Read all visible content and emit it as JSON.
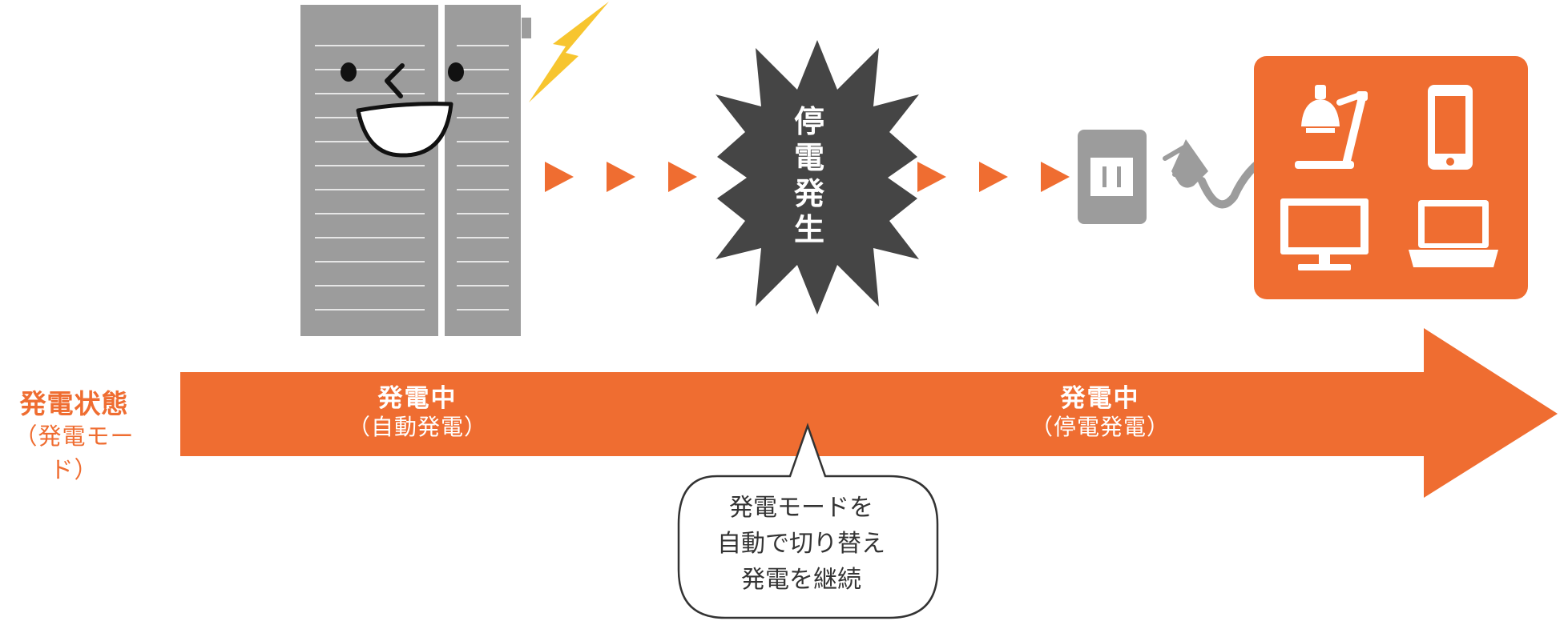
{
  "legend": {
    "state_title": "発電状態",
    "state_sub": "（発電モード）"
  },
  "phases": [
    {
      "title": "発電中",
      "sub": "（自動発電）"
    },
    {
      "title": "発電中",
      "sub": "（停電発電）"
    }
  ],
  "outage": {
    "label": "停電発生"
  },
  "callout": {
    "lines": [
      "発電モードを",
      "自動で切り替え",
      "発電を継続"
    ]
  },
  "devices": [
    "desk-lamp",
    "smartphone",
    "monitor",
    "laptop"
  ],
  "colors": {
    "accent": "#ef6d31",
    "battery": "#9c9c9c",
    "burst": "#454545",
    "outlet": "#9c9c9c",
    "bolt": "#f7c52f"
  }
}
